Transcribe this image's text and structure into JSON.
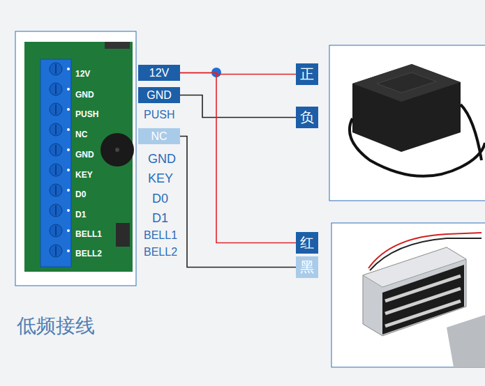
{
  "diagram": {
    "caption": "低频接线",
    "nodes": [
      {
        "text": [
          "12V"
        ]
      },
      {
        "text": [
          "GND"
        ]
      },
      {
        "text": [
          "NC"
        ]
      },
      {
        "text": [
          "正"
        ]
      },
      {
        "text": [
          "负"
        ]
      },
      {
        "text": [
          "红"
        ]
      },
      {
        "text": [
          "黑"
        ]
      }
    ],
    "edges": [
      {
        "from": 0,
        "to": 3,
        "arrow": "none"
      },
      {
        "from": 0,
        "to": 5,
        "arrow": "none"
      },
      {
        "from": 1,
        "to": 4,
        "arrow": "none"
      },
      {
        "from": 2,
        "to": 6,
        "arrow": "none"
      }
    ],
    "labels": [
      "12V",
      "GND",
      "PUSH",
      "NC",
      "GND",
      "KEY",
      "D0",
      "D1",
      "BELL1",
      "BELL2",
      "PUSH",
      "GND",
      "KEY",
      "D0",
      "D1",
      "BELL1",
      "BELL2"
    ]
  }
}
